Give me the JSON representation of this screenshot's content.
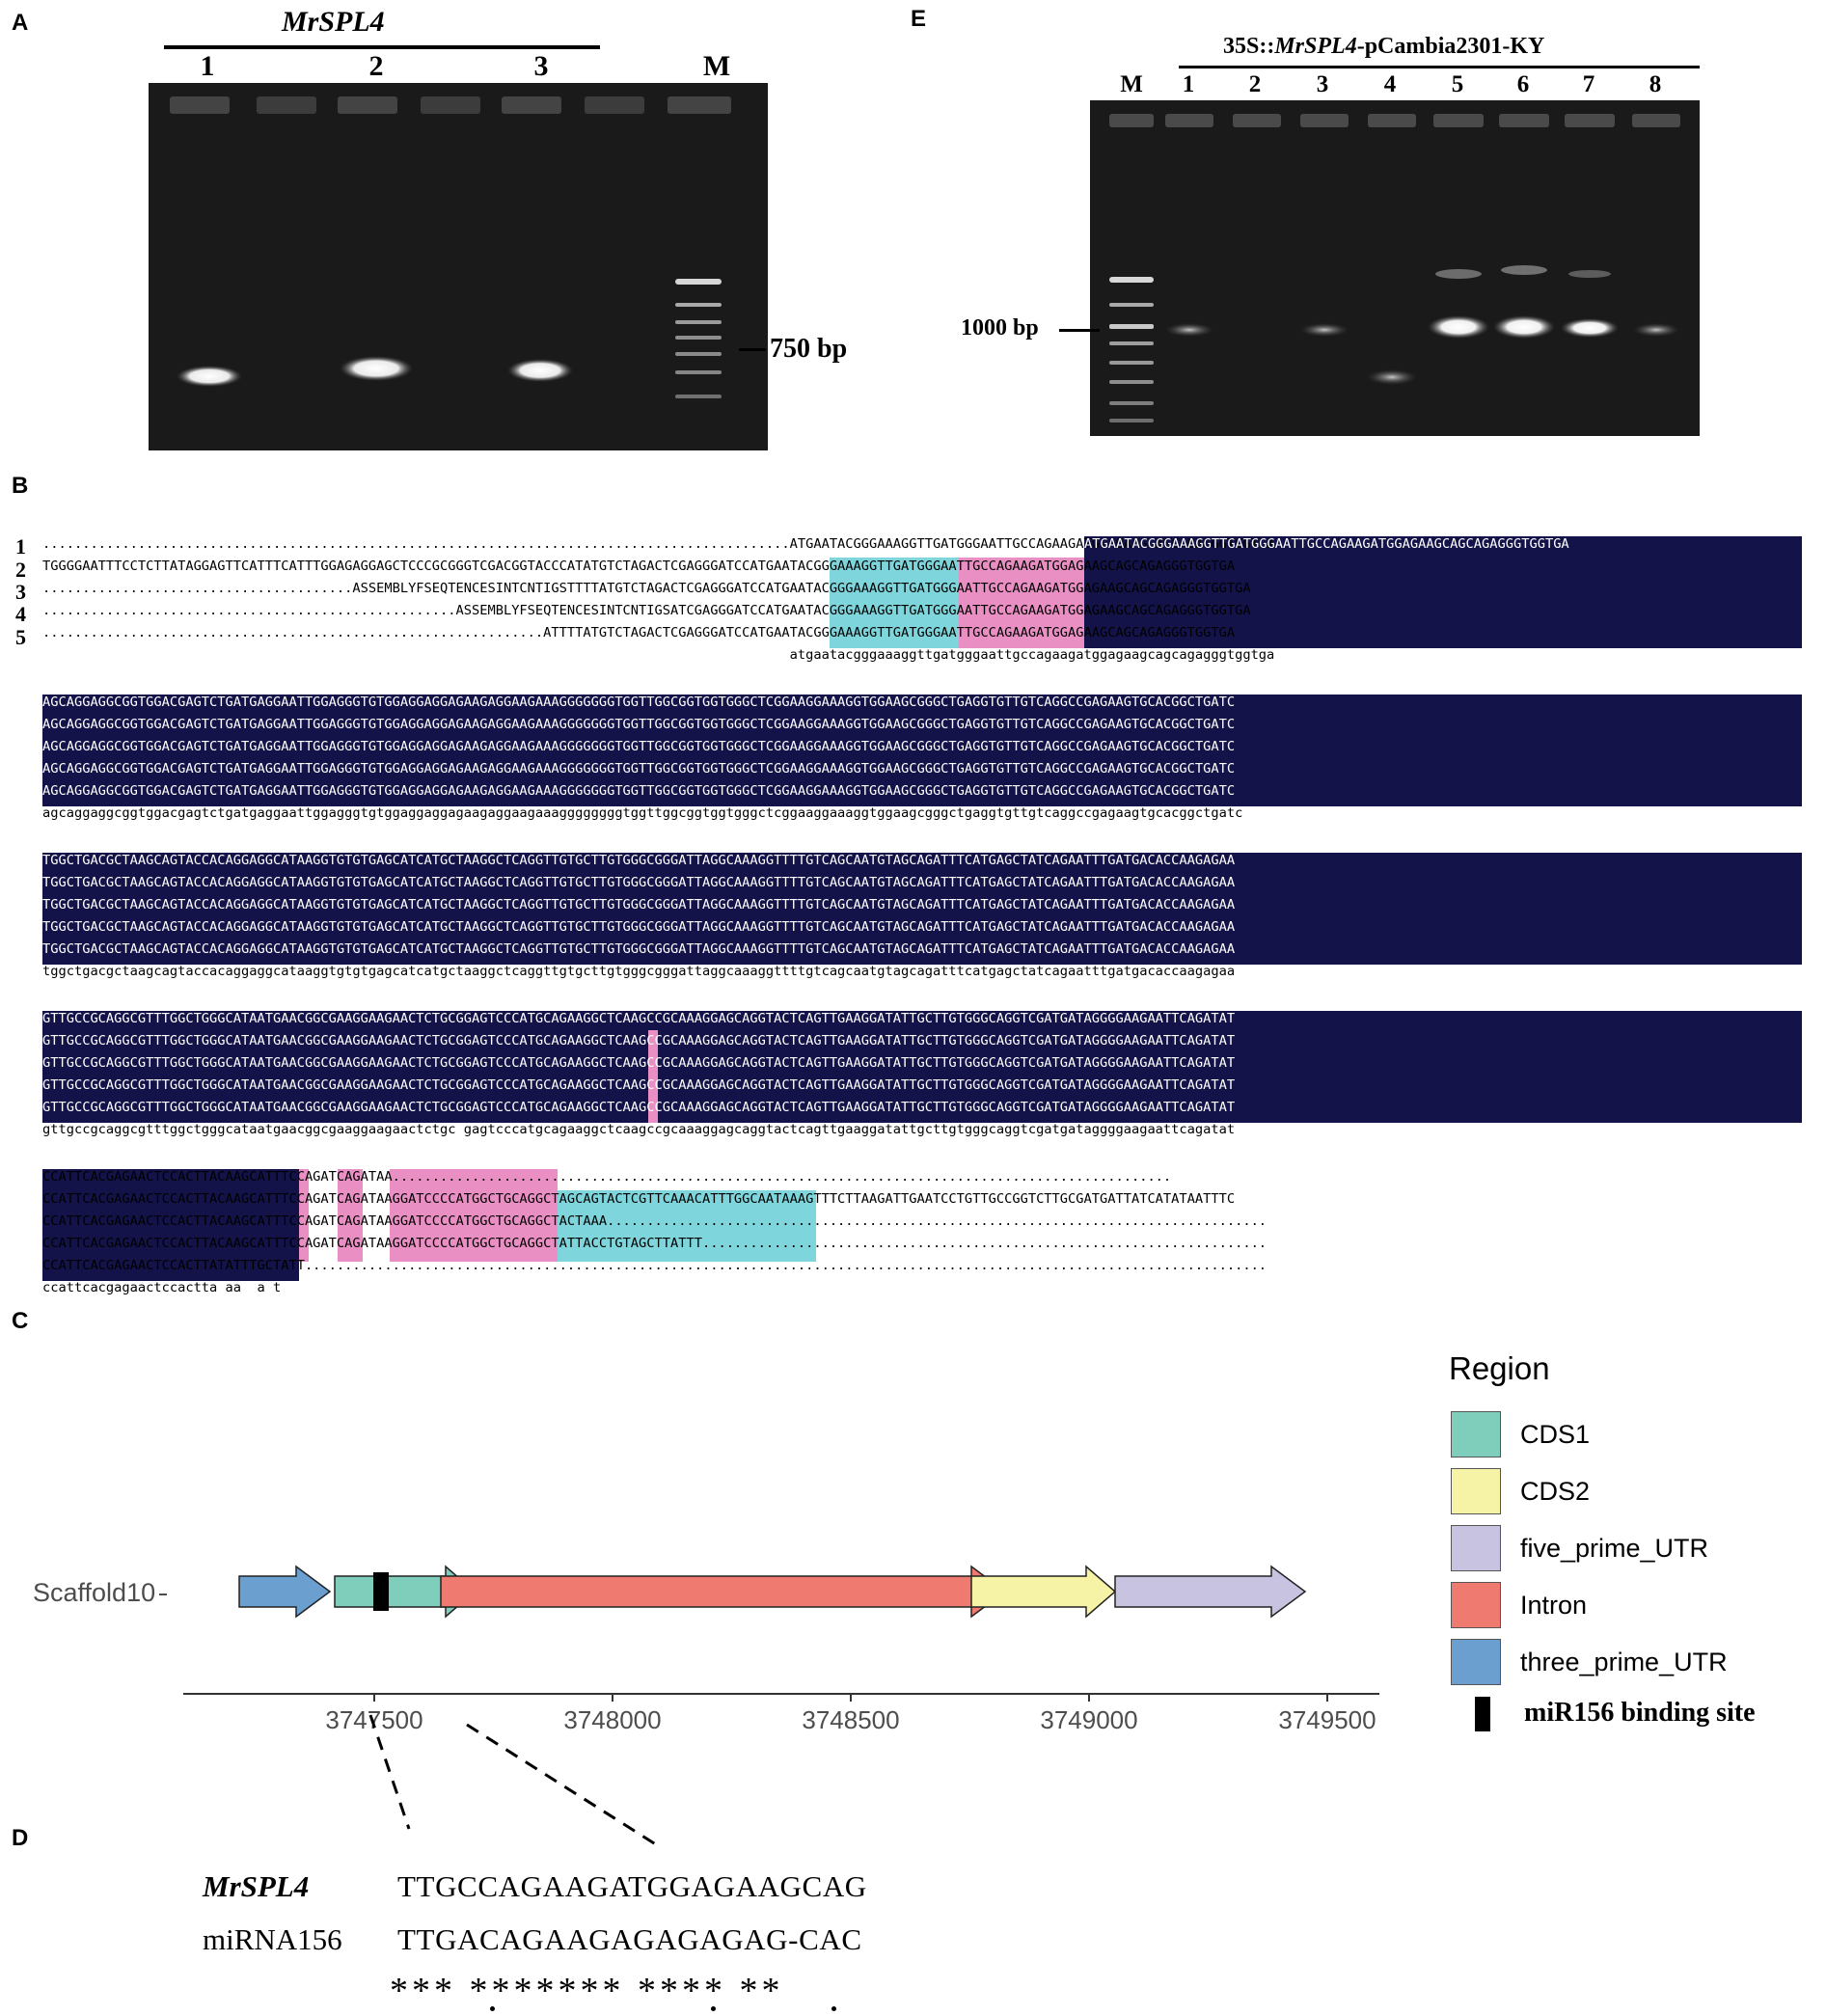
{
  "panels": {
    "A": {
      "label": "A",
      "gene_label": "MrSPL4",
      "lanes": [
        "1",
        "2",
        "3",
        "M"
      ],
      "marker": "750 bp"
    },
    "E": {
      "label": "E",
      "construct_prefix": "35S::",
      "construct_gene": "MrSPL4",
      "construct_suffix": "-pCambia2301-KY",
      "lanes": [
        "M",
        "1",
        "2",
        "3",
        "4",
        "5",
        "6",
        "7",
        "8"
      ],
      "marker": "1000 bp"
    },
    "B": {
      "label": "B",
      "row_numbers": [
        "1",
        "2",
        "3",
        "4",
        "5"
      ],
      "block1": {
        "rows": [
          "..............................................................................................ATGAATACGGGAAAGGTTGATGGGAATTGCCAGAAGATGGAGAAGCAGCAGAGGGTGGTGA",
          "TGGGGAATTTCCTCTTATAGGAGTTCATTTCATTTGGAGAGGAGCTCCCGCGGGTCGACGGTACCCATATGTCTAGACTCGAGGGATCCATGAATACGGGAAAGGTTGATGGGAATTGCCAGAAGATGGAGAAGCAGCAGAGGGTGGTGA",
          ".......................................ASSEMBLYFSEQTENCESINTCNTIGSTTTTATGTCTAGACTCGAGGGATCCATGAATACGGGAAAGGTTGATGGGAATTGCCAGAAGATGGAGAAGCAGCAGAGGGTGGTGA",
          "....................................................ASSEMBLYFSEQTENCESINTCNTIGSATCGAGGGATCCATGAATACGGGAAAGGTTGATGGGAATTGCCAGAAGATGGAGAAGCAGCAGAGGGTGGTGA",
          "...............................................................ATTTTATGTCTAGACTCGAGGGATCCATGAATACGGGAAAGGTTGATGGGAATTGCCAGAAGATGGAGAAGCAGCAGAGGGTGGTGA"
        ],
        "consensus": "                                                                                              atgaatacgggaaaggttgatgggaattgccagaagatggagaagcagcagagggtggtga"
      },
      "block2": {
        "row": "AGCAGGAGGCGGTGGACGAGTCTGATGAGGAATTGGAGGGTGTGGAGGAGGAGAAGAGGAAGAAAGGGGGGGTGGTTGGCGGTGGTGGGCTCGGAAGGAAAGGTGGAAGCGGGCTGAGGTGTTGTCAGGCCGAGAAGTGCACGGCTGATC",
        "consensus": "agcaggaggcggtggacgagtctgatgaggaattggagggtgtggaggaggagaagaggaagaaaggggggggtggttggcggtggtgggctcggaaggaaaggtggaagcgggctgaggtgttgtcaggccgagaagtgcacggctgatc"
      },
      "block3": {
        "row": "TGGCTGACGCTAAGCAGTACCACAGGAGGCATAAGGTGTGTGAGCATCATGCTAAGGCTCAGGTTGTGCTTGTGGGCGGGATTAGGCAAAGGTTTTGTCAGCAATGTAGCAGATTTCATGAGCTATCAGAATTTGATGACACCAAGAGAA",
        "consensus": "tggctgacgctaagcagtaccacaggaggcataaggtgtgtgagcatcatgctaaggctcaggttgtgcttgtgggcgggattaggcaaaggttttgtcagcaatgtagcagatttcatgagctatcagaatttgatgacaccaagagaa"
      },
      "block4": {
        "row": "GTTGCCGCAGGCGTTTGGCTGGGCATAATGAACGGCGAAGGAAGAACTCTGCGGAGTCCCATGCAGAAGGCTCAAGCCGCAAAGGAGCAGGTACTCAGTTGAAGGATATTGCTTGTGGGCAGGTCGATGATAGGGGAAGAATTCAGATAT",
        "consensus": "gttgccgcaggcgtttggctgggcataatgaacggcgaaggaagaactctgc gagtcccatgcagaaggctcaagccgcaaaggagcaggtactcagttgaaggatattgcttgtgggcaggtcgatgataggggaagaattcagatat"
      },
      "block5": {
        "rows": [
          "CCATTCACGAGAACTCCACTTACAAGCATTTCCAGATCAGATAA..................................................................................................",
          "CCATTCACGAGAACTCCACTTACAAGCATTTCCAGATCAGATAAGGATCCCCATGGCTGCAGGCTAGCAGTACTCGTTCAAACATTTGGCAATAAAGTTTCTTAAGATTGAATCCTGTTGCCGGTCTTGCGATGATTATCATATAATTTC",
          "CCATTCACGAGAACTCCACTTACAAGCATTTCCAGATCAGATAAGGATCCCCATGGCTGCAGGCTACTAAA...................................................................................",
          "CCATTCACGAGAACTCCACTTACAAGCATTTCCAGATCAGATAAGGATCCCCATGGCTGCAGGCTATTACCTGTAGCTTATTT.......................................................................",
          "CCATTCACGAGAACTCCACTTATATTTGCTATT........................................................................................................................."
        ],
        "consensus": "ccattcacgagaactccactta aa  a t"
      }
    },
    "C": {
      "label": "C",
      "track_label": "Scaffold10",
      "legend_title": "Region",
      "legend": [
        {
          "name": "CDS1",
          "color": "#7fcdbb"
        },
        {
          "name": "CDS2",
          "color": "#f7f3a6"
        },
        {
          "name": "five_prime_UTR",
          "color": "#c7c3e0"
        },
        {
          "name": "Intron",
          "color": "#ef7b70"
        },
        {
          "name": "three_prime_UTR",
          "color": "#6a9fcf"
        }
      ],
      "binding_site_label": "miR156 binding site",
      "axis_ticks": [
        "3747500",
        "3748000",
        "3748500",
        "3749000",
        "3749500"
      ]
    },
    "D": {
      "label": "D",
      "row1_name": "MrSPL4",
      "row1_seq": "TTGCCAGAAGATGGAGAAGCAG",
      "row2_name": "miRNA156",
      "row2_seq": "TTGACAGAAGAGAGAGAG-CAC",
      "match_line": "*** ******* **** **"
    }
  }
}
